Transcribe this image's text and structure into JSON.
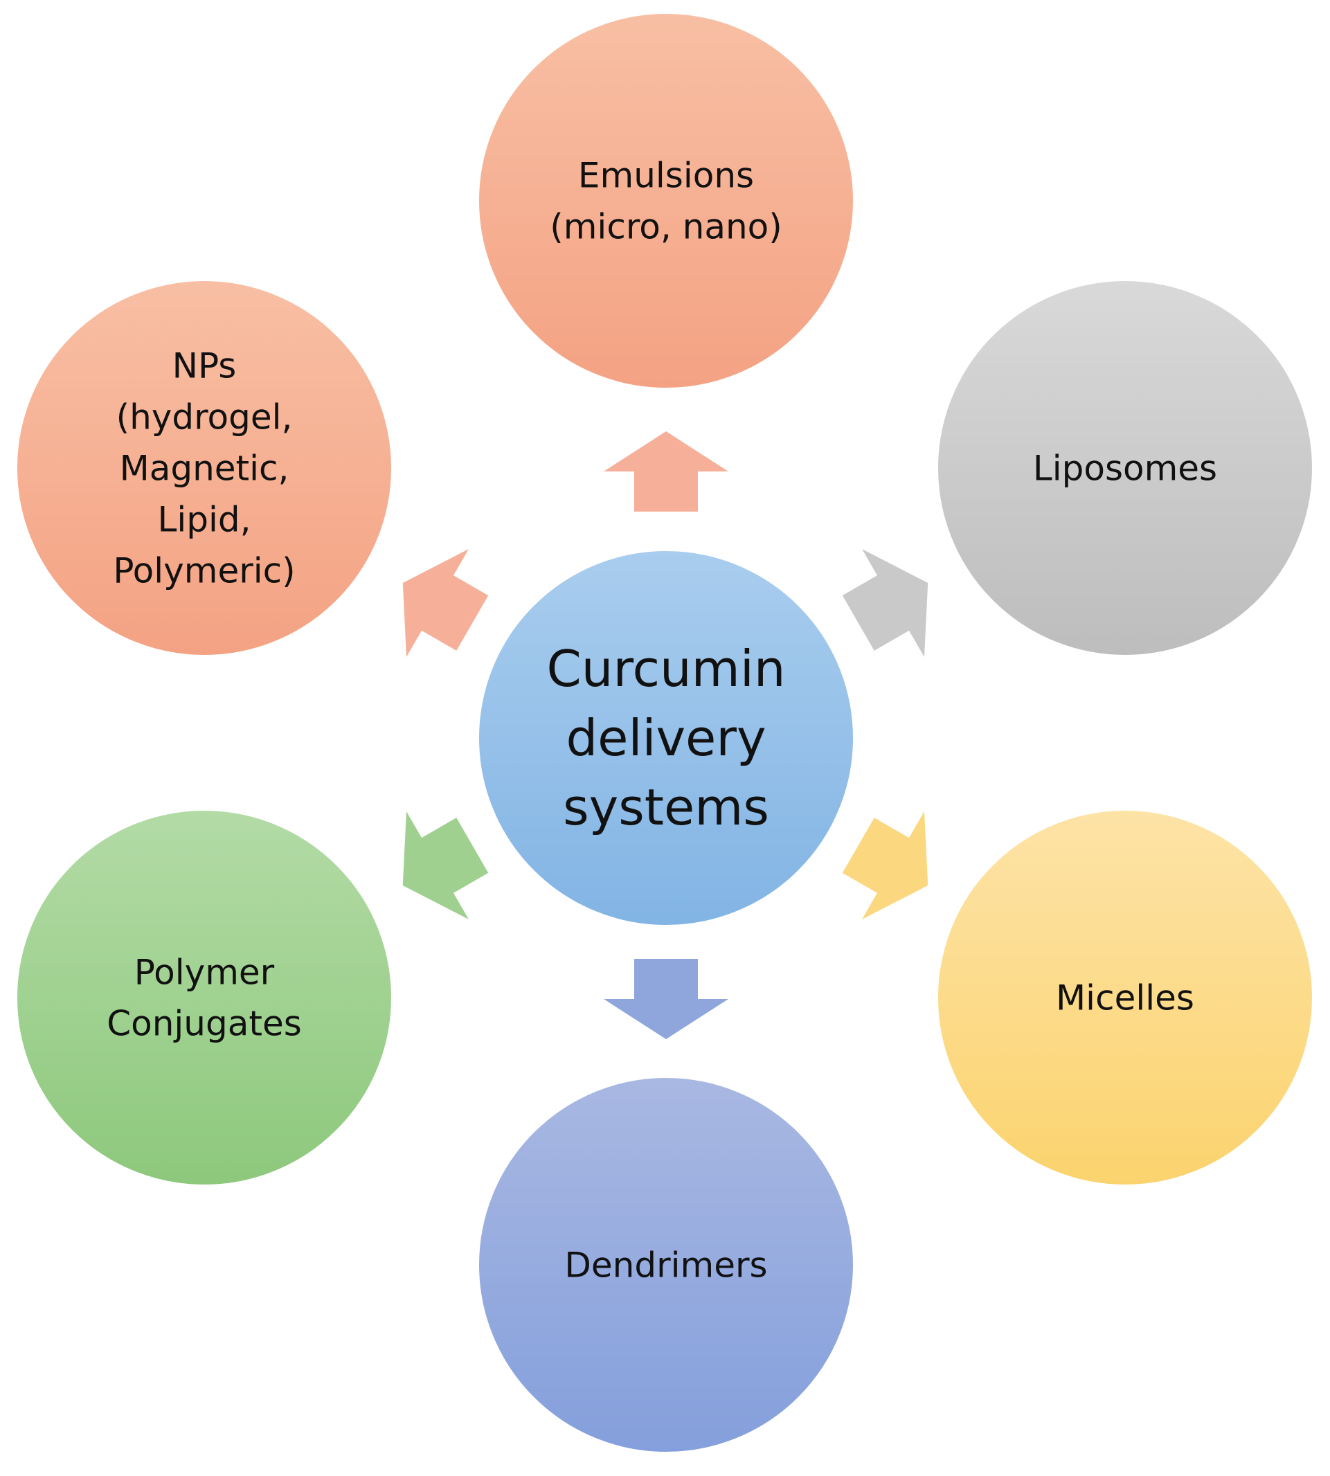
{
  "diagram": {
    "center": {
      "lines": [
        "Curcumin",
        "delivery",
        "systems"
      ],
      "color": "#9dc3e6"
    },
    "nodes": [
      {
        "id": "emulsions",
        "lines": [
          "Emulsions",
          "(micro, nano)"
        ],
        "color_top": "#f8bfa4",
        "color_bottom": "#f4a283",
        "arrow_color": "#f6b09a"
      },
      {
        "id": "liposomes",
        "lines": [
          "Liposomes"
        ],
        "color_top": "#d9d9d9",
        "color_bottom": "#bdbdbd",
        "arrow_color": "#c9c9c9"
      },
      {
        "id": "micelles",
        "lines": [
          "Micelles"
        ],
        "color_top": "#fde3a7",
        "color_bottom": "#fbd36e",
        "arrow_color": "#fbd77f"
      },
      {
        "id": "dendrimers",
        "lines": [
          "Dendrimers"
        ],
        "color_top": "#a9b8e2",
        "color_bottom": "#849fdc",
        "arrow_color": "#8ea6dc"
      },
      {
        "id": "polymer-conjugates",
        "lines": [
          "Polymer",
          "Conjugates"
        ],
        "color_top": "#b3dba6",
        "color_bottom": "#8dc87c",
        "arrow_color": "#9fd08f"
      },
      {
        "id": "nps",
        "lines": [
          "NPs",
          "(hydrogel,",
          "Magnetic,",
          "Lipid,",
          "Polymeric)"
        ],
        "color_top": "#f8bfa4",
        "color_bottom": "#f4a283",
        "arrow_color": "#f6b09a"
      }
    ]
  }
}
